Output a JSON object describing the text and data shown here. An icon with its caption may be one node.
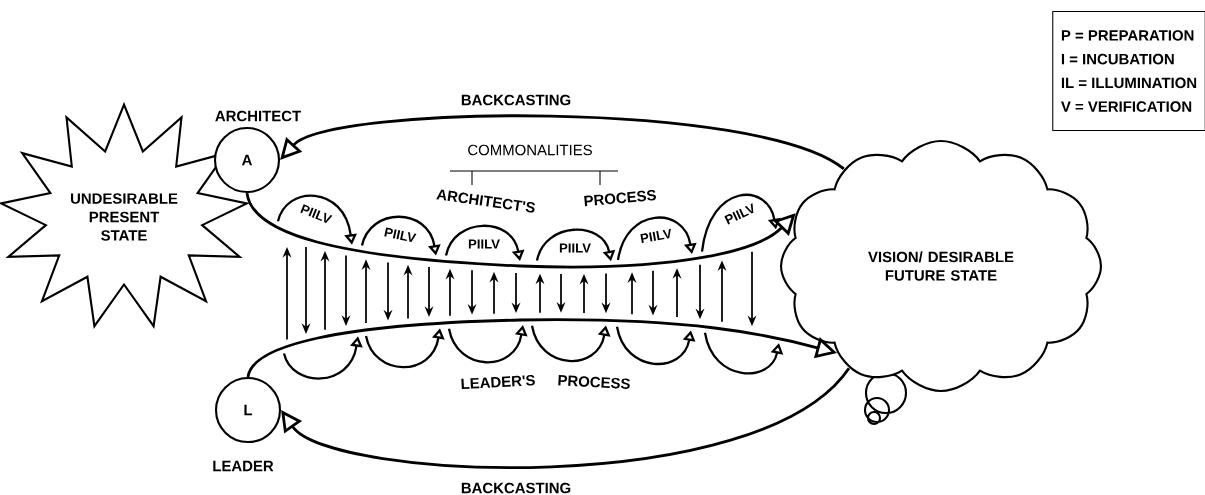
{
  "diagram": {
    "nodes": [
      {
        "text": [
          "UNDESIRABLE PRESENT STATE"
        ]
      },
      {
        "text": [
          "A"
        ],
        "beside": [
          "ARCHITECT"
        ]
      },
      {
        "text": [
          "L"
        ],
        "beside": [
          "LEADER"
        ]
      },
      {
        "text": [
          "VISION/ DESIRABLE FUTURE STATE"
        ]
      },
      {
        "text": [
          "P = PREPARATION",
          "I = INCUBATION",
          "IL = ILLUMINATION",
          "V = VERIFICATION"
        ]
      }
    ],
    "edges": [
      {
        "from": 1,
        "to": 3,
        "arrow": "to"
      },
      {
        "from": 2,
        "to": 3,
        "arrow": "to"
      },
      {
        "from": 3,
        "to": 1,
        "arrow": "to",
        "label": "BACKCASTING"
      },
      {
        "from": 3,
        "to": 2,
        "arrow": "to",
        "label": "BACKCASTING"
      }
    ],
    "labels": [
      "COMMONALITIES",
      "ARCHITECT'S",
      "PROCESS",
      "PIILV",
      "PIILV",
      "PIILV",
      "PIILV",
      "PIILV",
      "PIILV",
      "LEADER'S",
      "PROCESS"
    ]
  }
}
